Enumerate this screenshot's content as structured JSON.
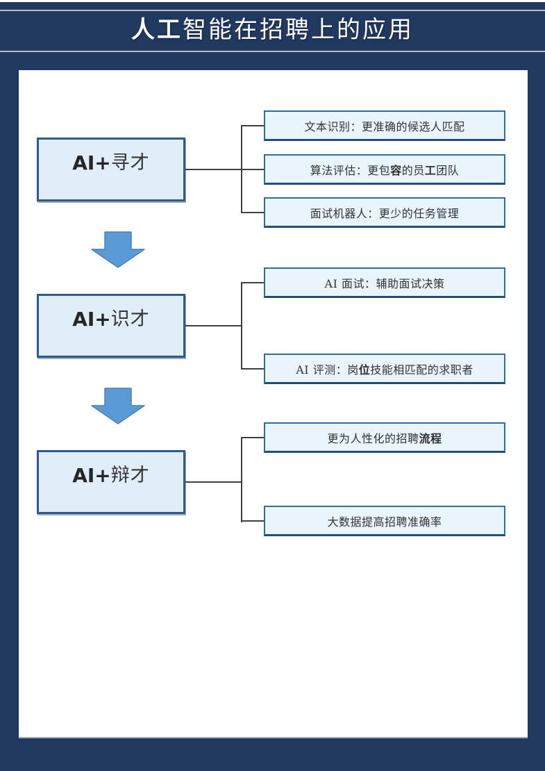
{
  "header": {
    "title_plain": "人工智能在招聘上的应用",
    "title_segments": [
      {
        "t": "人工",
        "b": true
      },
      {
        "t": "智能在招聘上的应用",
        "b": false
      }
    ]
  },
  "flow": {
    "stages": [
      {
        "prefix": "AI+",
        "name": "寻才",
        "items": [
          {
            "plain": "文本识别：更准确的候选人匹配",
            "segments": [
              {
                "t": "文本识别：更准确的候选人匹配",
                "b": false
              }
            ]
          },
          {
            "plain": "算法评估：更包容的员工团队",
            "segments": [
              {
                "t": "算法评估：更包",
                "b": false
              },
              {
                "t": "容",
                "b": true
              },
              {
                "t": "的员",
                "b": false
              },
              {
                "t": "工",
                "b": true
              },
              {
                "t": "团队",
                "b": false
              }
            ]
          },
          {
            "plain": "面试机器人：更少的任务管理",
            "segments": [
              {
                "t": "面试机器人：更少的任务管理",
                "b": false
              }
            ]
          }
        ]
      },
      {
        "prefix": "AI+",
        "name": "识才",
        "items": [
          {
            "plain": "AI 面试：辅助面试决策",
            "segments": [
              {
                "t": "AI 面试：辅助面试决策",
                "b": false
              }
            ]
          },
          {
            "plain": "AI 评测：岗位技能相匹配的求职者",
            "segments": [
              {
                "t": "AI 评测：岗",
                "b": false
              },
              {
                "t": "位",
                "b": true
              },
              {
                "t": "技能相匹配的求职者",
                "b": false
              }
            ]
          }
        ]
      },
      {
        "prefix": "AI+",
        "name": "辩才",
        "items": [
          {
            "plain": "更为人性化的招聘流程",
            "segments": [
              {
                "t": "更为人性化的招聘",
                "b": false
              },
              {
                "t": "流程",
                "b": true
              }
            ]
          },
          {
            "plain": "大数据提高招聘准确率",
            "segments": [
              {
                "t": "大数据提高招聘准确率",
                "b": false
              }
            ]
          }
        ]
      }
    ]
  },
  "colors": {
    "page_background": "#21395f",
    "divider_silver": "#b7bdc8",
    "panel_background": "#ffffff",
    "stage_box_fill": "#e0eef9",
    "stage_box_border": "#2c5c8f",
    "branch_box_fill": "#e9f4fc",
    "branch_box_border": "#2e6da4",
    "connector_line": "#3f3f3f",
    "arrow_fill": "#5b9bd5",
    "arrow_stroke": "#4a7ebb",
    "title_text": "#ffffff"
  }
}
